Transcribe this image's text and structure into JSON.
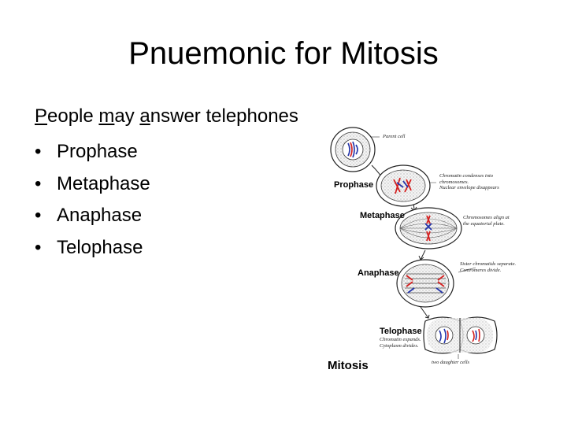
{
  "slide": {
    "title": "Pnuemonic for Mitosis",
    "mnemonic": {
      "words": [
        "eople ",
        "ay ",
        "nswer telephones"
      ],
      "initials": [
        "P",
        "m",
        "a"
      ]
    },
    "bullets": [
      "Prophase",
      "Metaphase",
      "Anaphase",
      "Telophase"
    ]
  },
  "diagram": {
    "caption": "Mitosis",
    "labels": {
      "parent": "Parent cell",
      "prophase": "Prophase",
      "metaphase": "Metaphase",
      "anaphase": "Anaphase",
      "telophase": "Telophase",
      "daughters": "two daughter cells"
    },
    "notes": {
      "prophase": [
        "Chromatin condenses into",
        "chromosomes.",
        "Nuclear envelope disappears"
      ],
      "metaphase": [
        "Chromosomes align at",
        "the equatorial plate."
      ],
      "anaphase": [
        "Sister chromatids separate.",
        "Centromeres divide."
      ],
      "telophase": [
        "Chromatin expands.",
        "Cytoplasm divides."
      ]
    },
    "colors": {
      "chromosome_red": "#d42020",
      "chromosome_blue": "#2233aa",
      "outline": "#222222"
    }
  }
}
